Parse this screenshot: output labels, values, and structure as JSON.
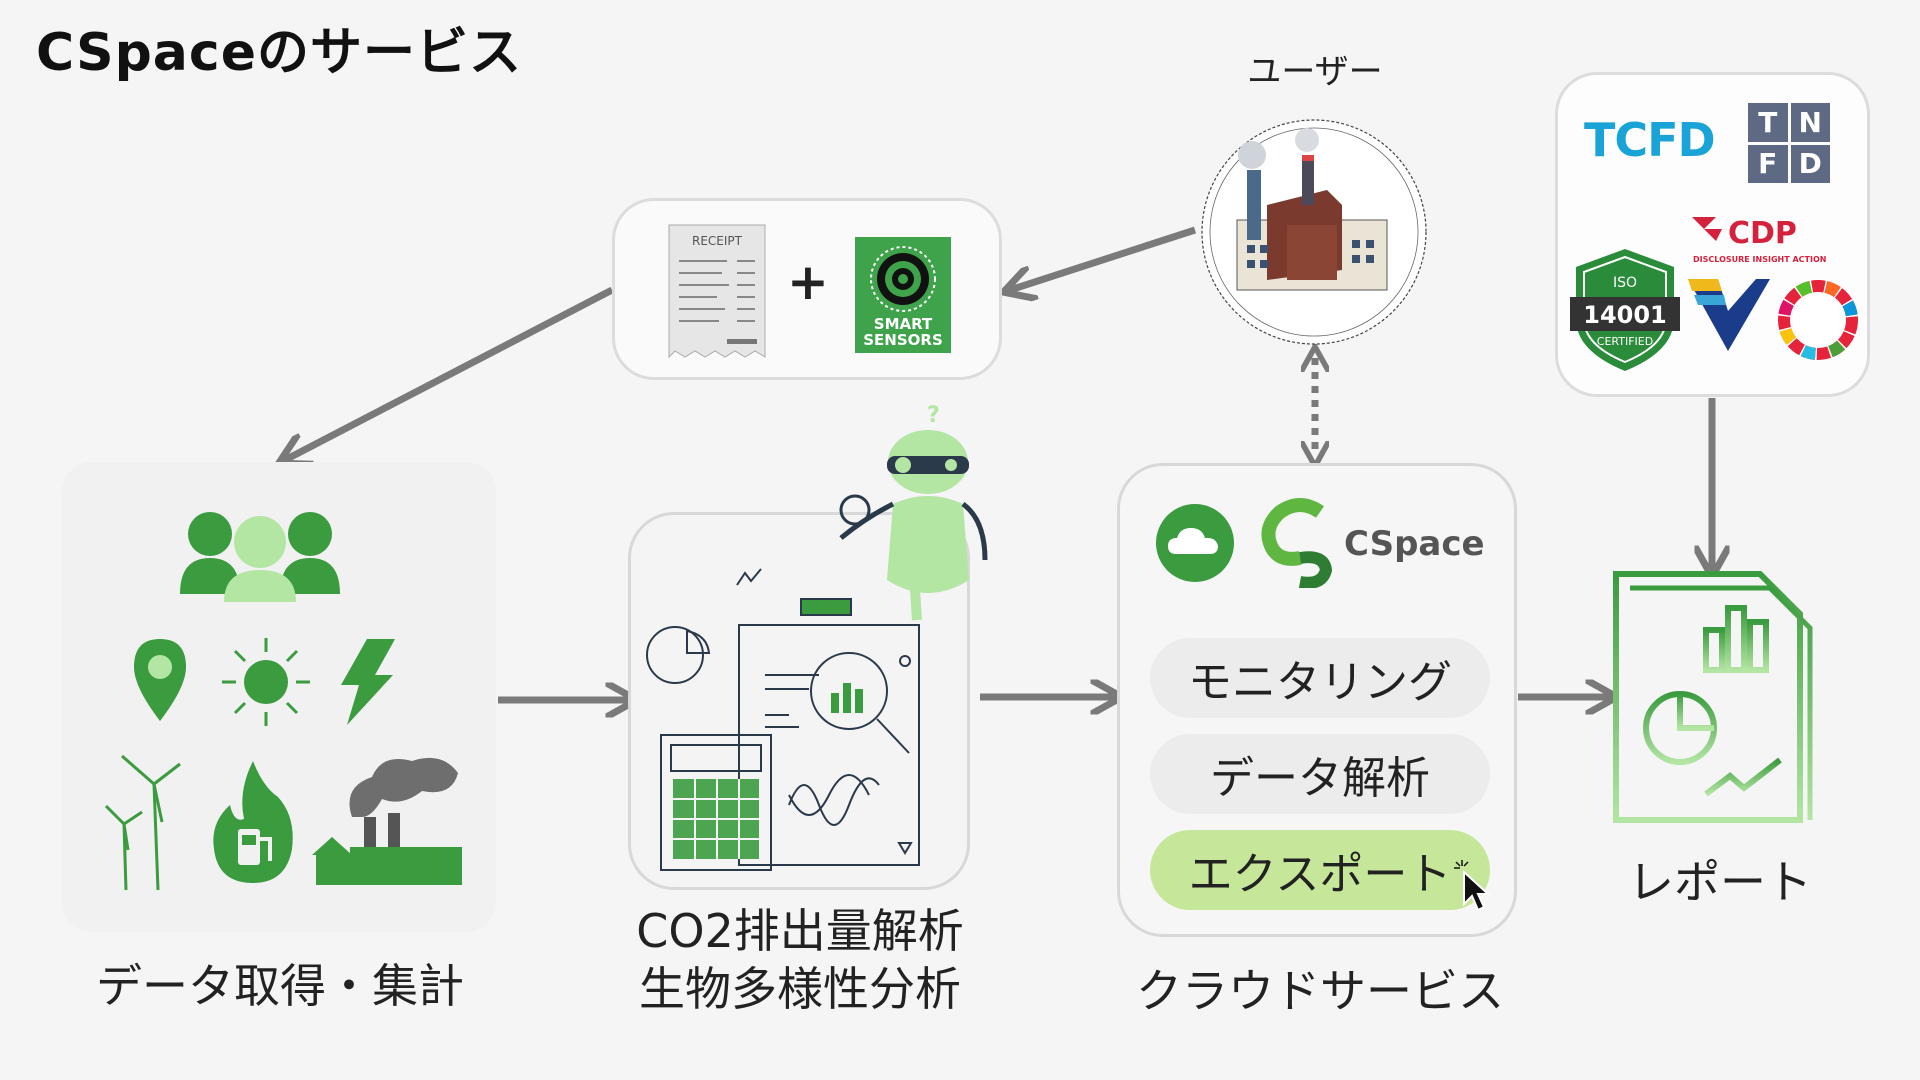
{
  "title": "CSpaceのサービス",
  "user": {
    "label": "ユーザー"
  },
  "inputs": {
    "receipt_label": "RECEIPT",
    "plus": "+",
    "sensor_line1": "SMART",
    "sensor_line2": "SENSORS"
  },
  "data_collection": {
    "label": "データ取得・集計"
  },
  "analysis": {
    "label_line1": "CO2排出量解析",
    "label_line2": "生物多様性分析",
    "robot_question": "?"
  },
  "cloud": {
    "label": "クラウドサービス",
    "logo_text": "CSpace",
    "services": [
      "モニタリング",
      "データ解析",
      "エクスポート"
    ]
  },
  "report": {
    "label": "レポート"
  },
  "standards": {
    "tcfd": "TCFD",
    "tnfd": [
      "T",
      "N",
      "F",
      "D"
    ],
    "cdp": "CDP",
    "cdp_sub": "DISCLOSURE INSIGHT ACTION",
    "iso_top": "ISO",
    "iso_num": "14001",
    "iso_bottom": "CERTIFIED"
  },
  "colors": {
    "green_dark": "#3b9b3f",
    "green_light": "#c6e79a",
    "arrow_gray": "#7a7a7a",
    "tcfd_blue": "#1aa3d6",
    "tnfd_slate": "#5e6a84",
    "cdp_red": "#d4213c"
  }
}
